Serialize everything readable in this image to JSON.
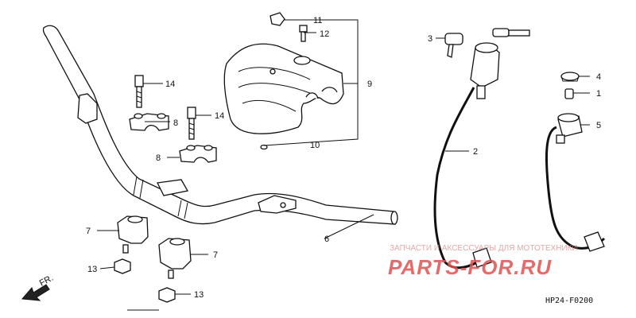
{
  "callouts": {
    "c1": "1",
    "c2": "2",
    "c3": "3",
    "c4": "4",
    "c5": "5",
    "c6": "6",
    "c7a": "7",
    "c7b": "7",
    "c8a": "8",
    "c8b": "8",
    "c9": "9",
    "c10": "10",
    "c11": "11",
    "c12": "12",
    "c13a": "13",
    "c13b": "13",
    "c14a": "14",
    "c14b": "14"
  },
  "direction_label": "FR.",
  "diagram_code": "HP24-F0200",
  "watermark": {
    "line1": "ЗАПЧАСТИ И АКСЕССУАРЫ ДЛЯ МОТОТЕХНИКИ",
    "line2": "PARTS-FOR.RU"
  },
  "colors": {
    "line": "#111111",
    "watermark": "#e0524f"
  }
}
